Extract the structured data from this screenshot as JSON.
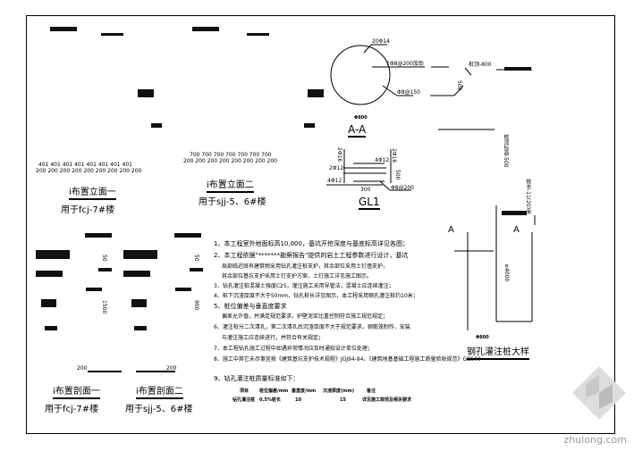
{
  "drawing": {
    "elevation_1": {
      "title": "i布置立面一",
      "subtitle": "用于fcj-7#楼",
      "dims_top": "401 401 401 401 401 401 401 401",
      "dims_bottom": "200 200 200 200 200 200 200 200 200"
    },
    "elevation_2": {
      "title": "i布置立面二",
      "subtitle": "用于sjj-5、6#楼",
      "dims_top": "700 700 700 700 700 700 700",
      "dims_bottom": "200 200 200 200 200 200 200 200"
    },
    "section_1": {
      "title": "i布置剖面一",
      "subtitle": "用于fcj-7#楼",
      "dim_bottom": "200",
      "dim_vert": "1500",
      "dim_vert_top": "50"
    },
    "section_2": {
      "title": "i布置剖面二",
      "subtitle": "用于sjj-5、6#楼",
      "dim_bottom": "200",
      "dim_vert": "900",
      "dim_vert_top": "50"
    },
    "circle_section": {
      "title": "A-A",
      "dia": "Φ800",
      "label_top": "20Φ14",
      "label_right": "1Φ8@200加劲",
      "label_bottom": "Φ8@150"
    },
    "beam": {
      "title": "GL1",
      "top": "4Φ12",
      "left": "2Φ12",
      "bottom": "4Φ12",
      "stirrup": "Φ8@200",
      "width": "300",
      "height": "500",
      "side_left": "2Φ16",
      "side_right": "2Φ16"
    },
    "pile_detail": {
      "title": "钢孔灌注桩大样",
      "label_a1": "A",
      "label_a2": "A",
      "dia": "Φ800",
      "length": "≥4000",
      "top_note": "桩顶-800",
      "dim_500": "500",
      "vert_note": "桩长-11(20)米",
      "vert_note2": "桩顶标高-500"
    },
    "notes": [
      "1、本工程室外地面标高10,000，基坑开挖深度与基底标高详见各图；",
      "2、本工程依据\"*******勘察报告\"提供的岩土工程参数进行设计，基坑",
      "   局部临近既有建筑物采用钻孔灌注桩支护，其余部位采用土钉墙支护，",
      "   其余部位基坑支护采用土钉支护方案，土钉施工详见施工图示。",
      "3、钻孔灌注桩混凝土强度C25，灌注施工采用导管法，混凝土应连续灌注；",
      "4、桩下沉渣厚度不大于50mm，钻孔桩长详见图示，本工程采用钢孔灌注桩约10米；",
      "5、桩位偏差与垂直度要求",
      "   偏差允许值，并满足规范要求，护壁泥浆比重控制符合施工规范规定；",
      "6、灌注桩分二次清孔，第二次清孔后沉渣厚度不大于规范要求，钢筋笼制作、安装",
      "   与灌注施工应连续进行，并符合有关规定；",
      "7、本工程钻孔施工过程中如遇异常情况应及时通知设计单位处理；",
      "8、施工中其它未尽事宜按《建筑基坑支护技术规程》JGJ94-94、《建筑地基基础工程施工质量验收规范》GB500",
      "9、钻孔灌注桩质量标准如下："
    ],
    "table": {
      "headers": [
        "项目",
        "桩位偏差/mm",
        "垂直度/mm",
        "沉渣厚度(mm)",
        "备注"
      ],
      "row": [
        "钻孔灌注桩",
        "0.5%桩长",
        "10",
        "15",
        "详见施工规范及相关要求"
      ]
    },
    "watermark": "zhulong.com"
  }
}
